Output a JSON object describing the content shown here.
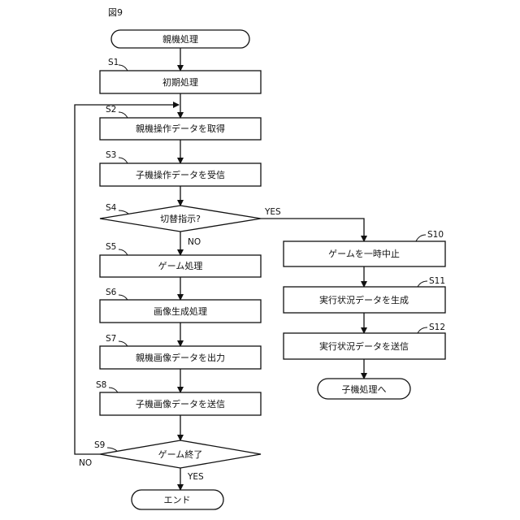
{
  "figure_label": "図9",
  "start": "親機処理",
  "steps": {
    "s1": {
      "id": "S1",
      "text": "初期処理"
    },
    "s2": {
      "id": "S2",
      "text": "親機操作データを取得"
    },
    "s3": {
      "id": "S3",
      "text": "子機操作データを受信"
    },
    "s4": {
      "id": "S4",
      "text": "切替指示?"
    },
    "s5": {
      "id": "S5",
      "text": "ゲーム処理"
    },
    "s6": {
      "id": "S6",
      "text": "画像生成処理"
    },
    "s7": {
      "id": "S7",
      "text": "親機画像データを出力"
    },
    "s8": {
      "id": "S8",
      "text": "子機画像データを送信"
    },
    "s9": {
      "id": "S9",
      "text": "ゲーム終了"
    },
    "s10": {
      "id": "S10",
      "text": "ゲームを一時中止"
    },
    "s11": {
      "id": "S11",
      "text": "実行状況データを生成"
    },
    "s12": {
      "id": "S12",
      "text": "実行状況データを送信"
    }
  },
  "end": "エンド",
  "child_terminal": "子機処理へ",
  "labels": {
    "s4_yes": "YES",
    "s4_no": "NO",
    "s9_yes": "YES",
    "s9_no": "NO"
  }
}
